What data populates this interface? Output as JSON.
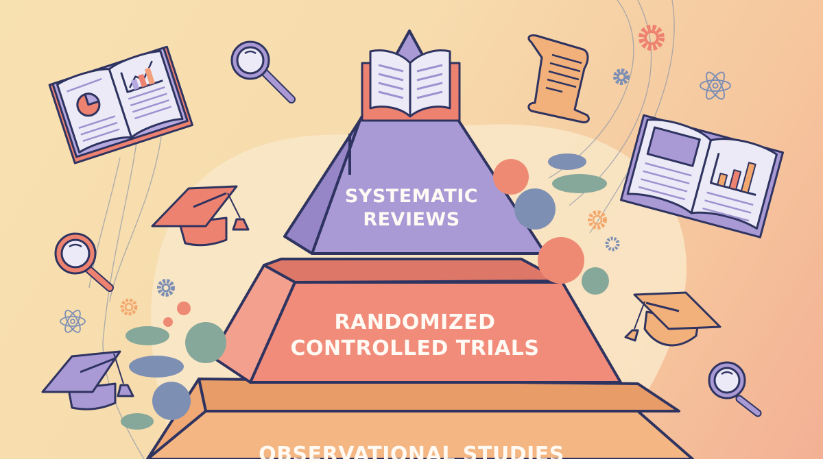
{
  "illustration": {
    "subject": "Evidence hierarchy pyramid",
    "tiers": [
      {
        "line1": "SYSTEMATIC",
        "line2": "REVIEWS",
        "color": "#a99ad6"
      },
      {
        "line1": "RANDOMIZED",
        "line2": "CONTROLLED TRIALS",
        "color": "#f08a78"
      },
      {
        "line1": "OBSERVATIONAL STUDIES",
        "line2": "",
        "color": "#f2b27c"
      }
    ],
    "decorations": [
      "open-book-icon",
      "magnifier-icon",
      "graduation-cap-icon",
      "scroll-icon",
      "gear-icon",
      "atom-icon",
      "flower-icon",
      "pine-icon"
    ]
  },
  "colors": {
    "outline": "#2e3360",
    "purple": "#a99ad6",
    "coral": "#f08a78",
    "orange": "#f2b27c",
    "page": "#eceaf6",
    "sage": "#86a89a",
    "slate": "#7e8fb4"
  }
}
